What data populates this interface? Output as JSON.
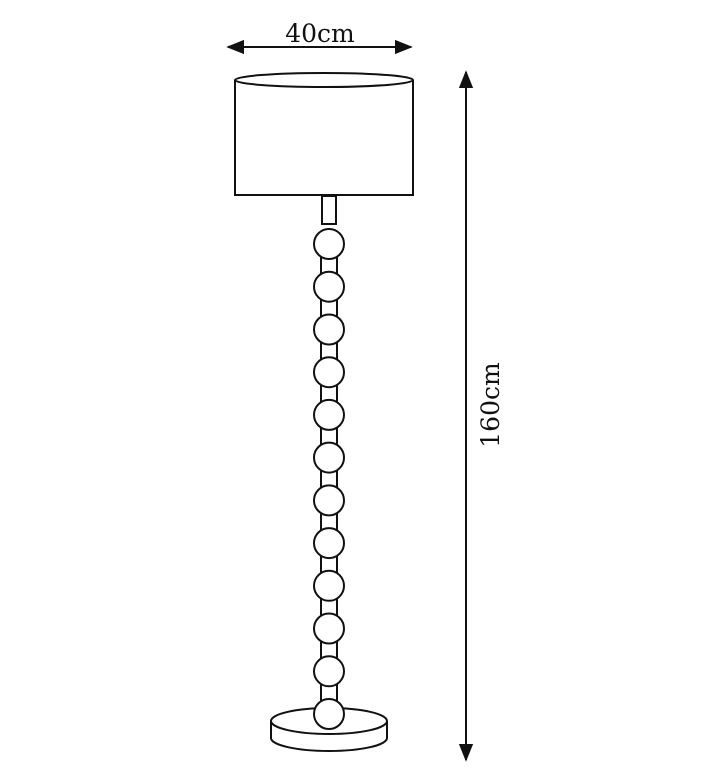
{
  "dimensions": {
    "width_label": "40cm",
    "height_label": "160cm"
  },
  "lamp": {
    "bead_count": 12
  },
  "colors": {
    "line": "#111111",
    "background": "#ffffff"
  }
}
